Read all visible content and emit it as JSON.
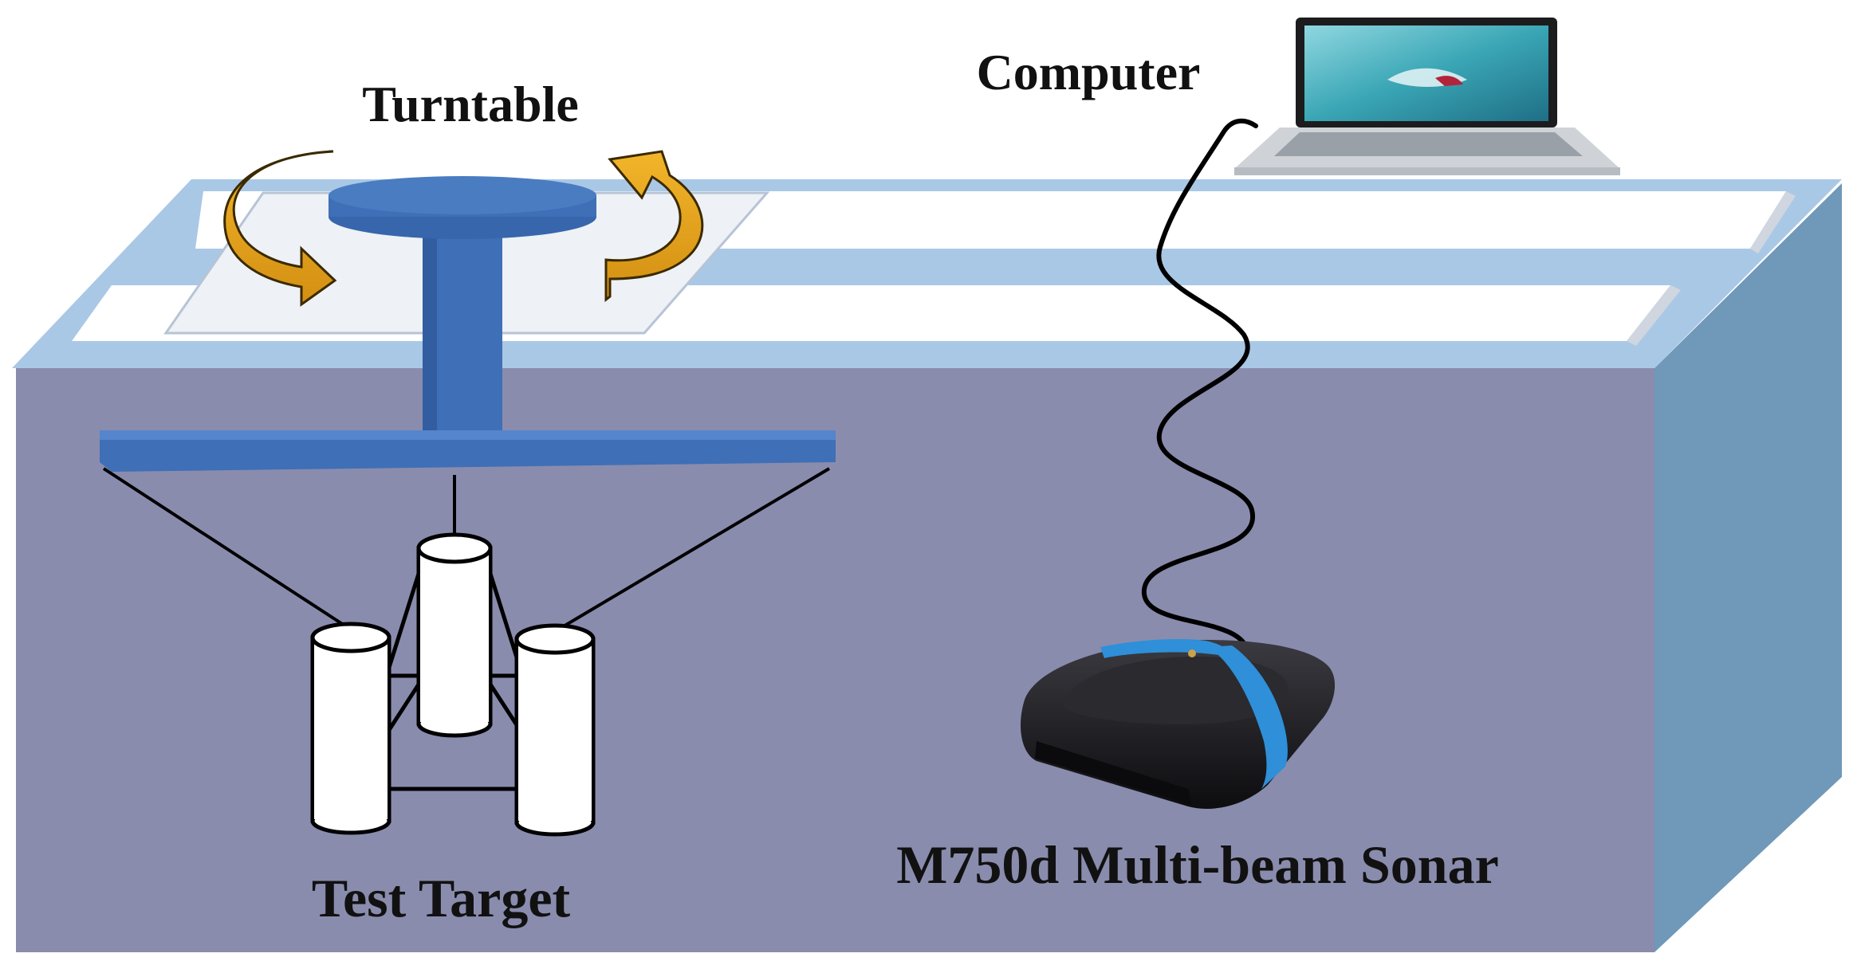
{
  "labels": {
    "turntable": "Turntable",
    "computer": "Computer",
    "test_target": "Test Target",
    "sonar": "M750d Multi-beam Sonar"
  },
  "colors": {
    "tank_front": "#8a8cae",
    "tank_side": "#6f98b9",
    "tank_rim": "#a9c8e6",
    "rail": "#ffffff",
    "turntable_blue": "#3f6fb6",
    "arrow_orange": "#e6a21e",
    "sonar_body": "#1f1f22",
    "sonar_band": "#2f8fd8",
    "laptop_screen": "#3aa6b5",
    "cable": "#000000"
  },
  "icons": [
    "rotation-arrow-icon",
    "laptop-icon",
    "sonar-device-icon"
  ]
}
